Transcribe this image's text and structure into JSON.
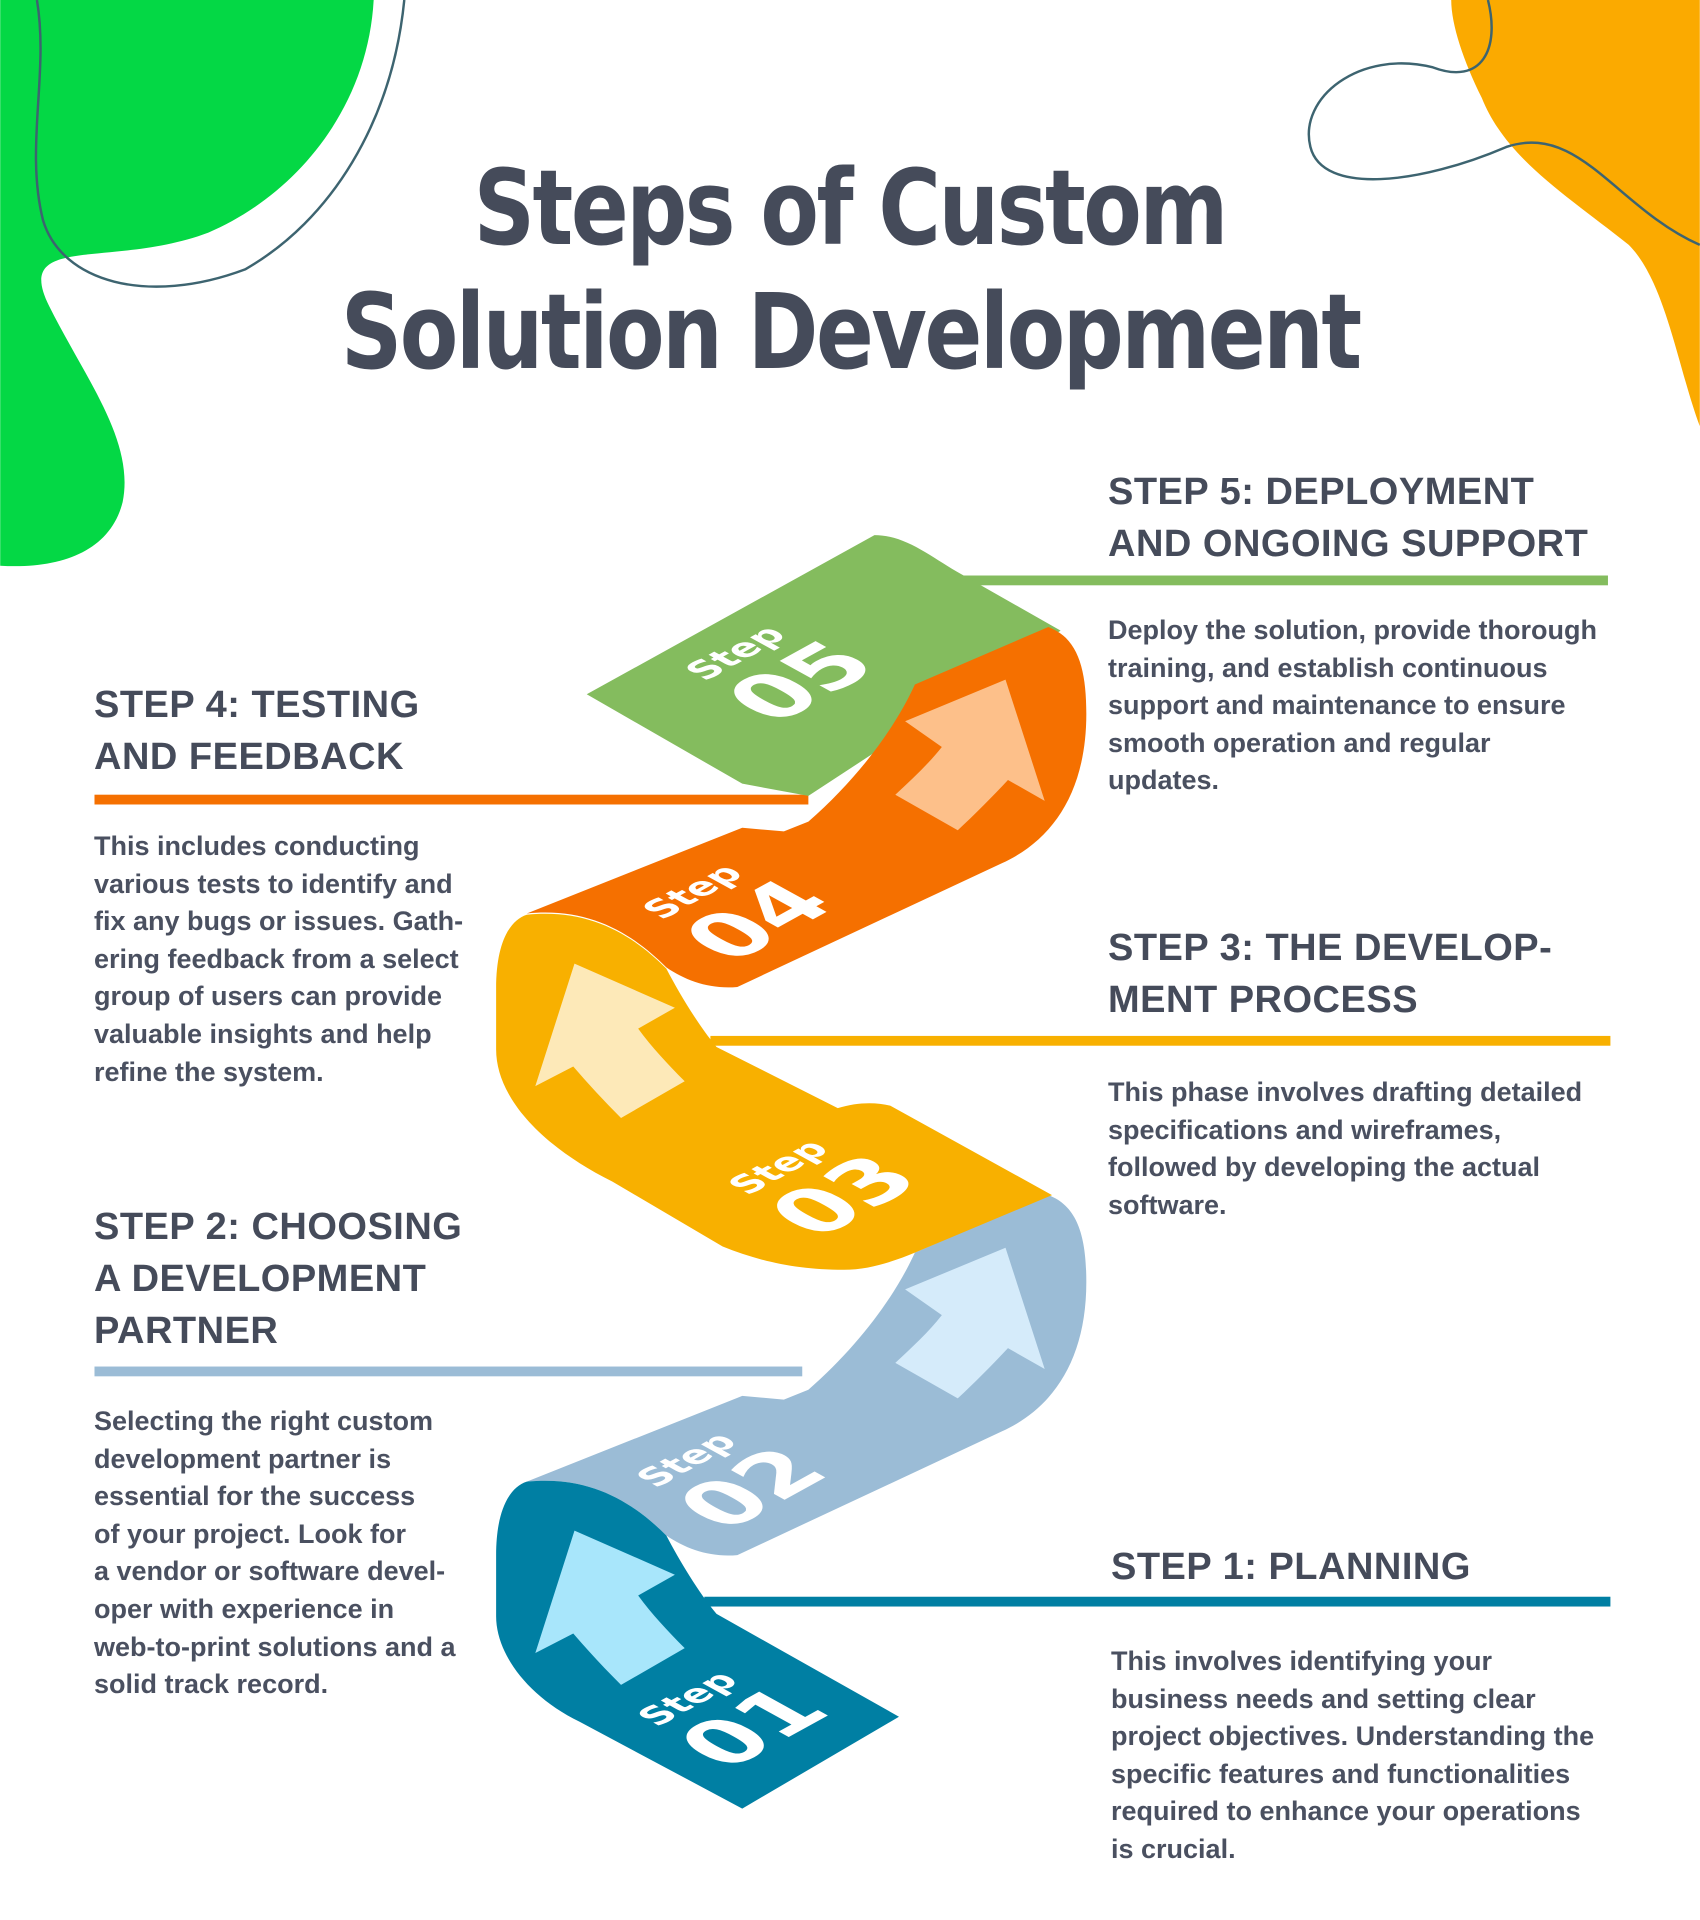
{
  "title": {
    "line1": "Steps of Custom",
    "line2": "Solution Development"
  },
  "colors": {
    "text": "#454b5a",
    "step1": "#007fa3",
    "step1_arrow": "#a8e6fb",
    "step2": "#9bbcd6",
    "step2_arrow": "#d5ebfa",
    "step3": "#f8b000",
    "step3_arrow": "#fde9b8",
    "step4": "#f57000",
    "step4_arrow": "#fdc08a",
    "step5": "#84bc5e",
    "blob_green": "#04d845",
    "blob_orange": "#fbaa00"
  },
  "ribbon": [
    {
      "word": "Step",
      "number": "01"
    },
    {
      "word": "Step",
      "number": "02"
    },
    {
      "word": "Step",
      "number": "03"
    },
    {
      "word": "Step",
      "number": "04"
    },
    {
      "word": "Step",
      "number": "05"
    }
  ],
  "steps": [
    {
      "heading": [
        "STEP 1: PLANNING"
      ],
      "body": [
        "This involves identifying your",
        "business needs and setting clear",
        "project objectives. Understanding the",
        "specific features and functionalities",
        "required to enhance your operations",
        "is crucial."
      ]
    },
    {
      "heading": [
        "STEP 2: CHOOSING",
        "A DEVELOPMENT",
        "PARTNER"
      ],
      "body": [
        "Selecting the right custom",
        "development partner is",
        "essential for the success",
        "of your project. Look for",
        "a vendor or software devel-",
        "oper with experience in",
        "web-to-print solutions and a",
        "solid track record."
      ]
    },
    {
      "heading": [
        "STEP 3: THE DEVELOP-",
        "MENT PROCESS"
      ],
      "body": [
        "This phase involves drafting detailed",
        "specifications and wireframes,",
        "followed by developing the actual",
        "software."
      ]
    },
    {
      "heading": [
        "STEP 4: TESTING",
        "AND FEEDBACK"
      ],
      "body": [
        "This includes conducting",
        "various tests to identify and",
        "fix any bugs or issues. Gath-",
        "ering feedback from a select",
        "group of users can provide",
        "valuable insights and help",
        "refine the system."
      ]
    },
    {
      "heading": [
        "STEP 5: DEPLOYMENT",
        "AND ONGOING SUPPORT"
      ],
      "body": [
        "Deploy the solution, provide thorough",
        "training, and establish continuous",
        "support and maintenance to ensure",
        "smooth operation and regular",
        "updates."
      ]
    }
  ]
}
